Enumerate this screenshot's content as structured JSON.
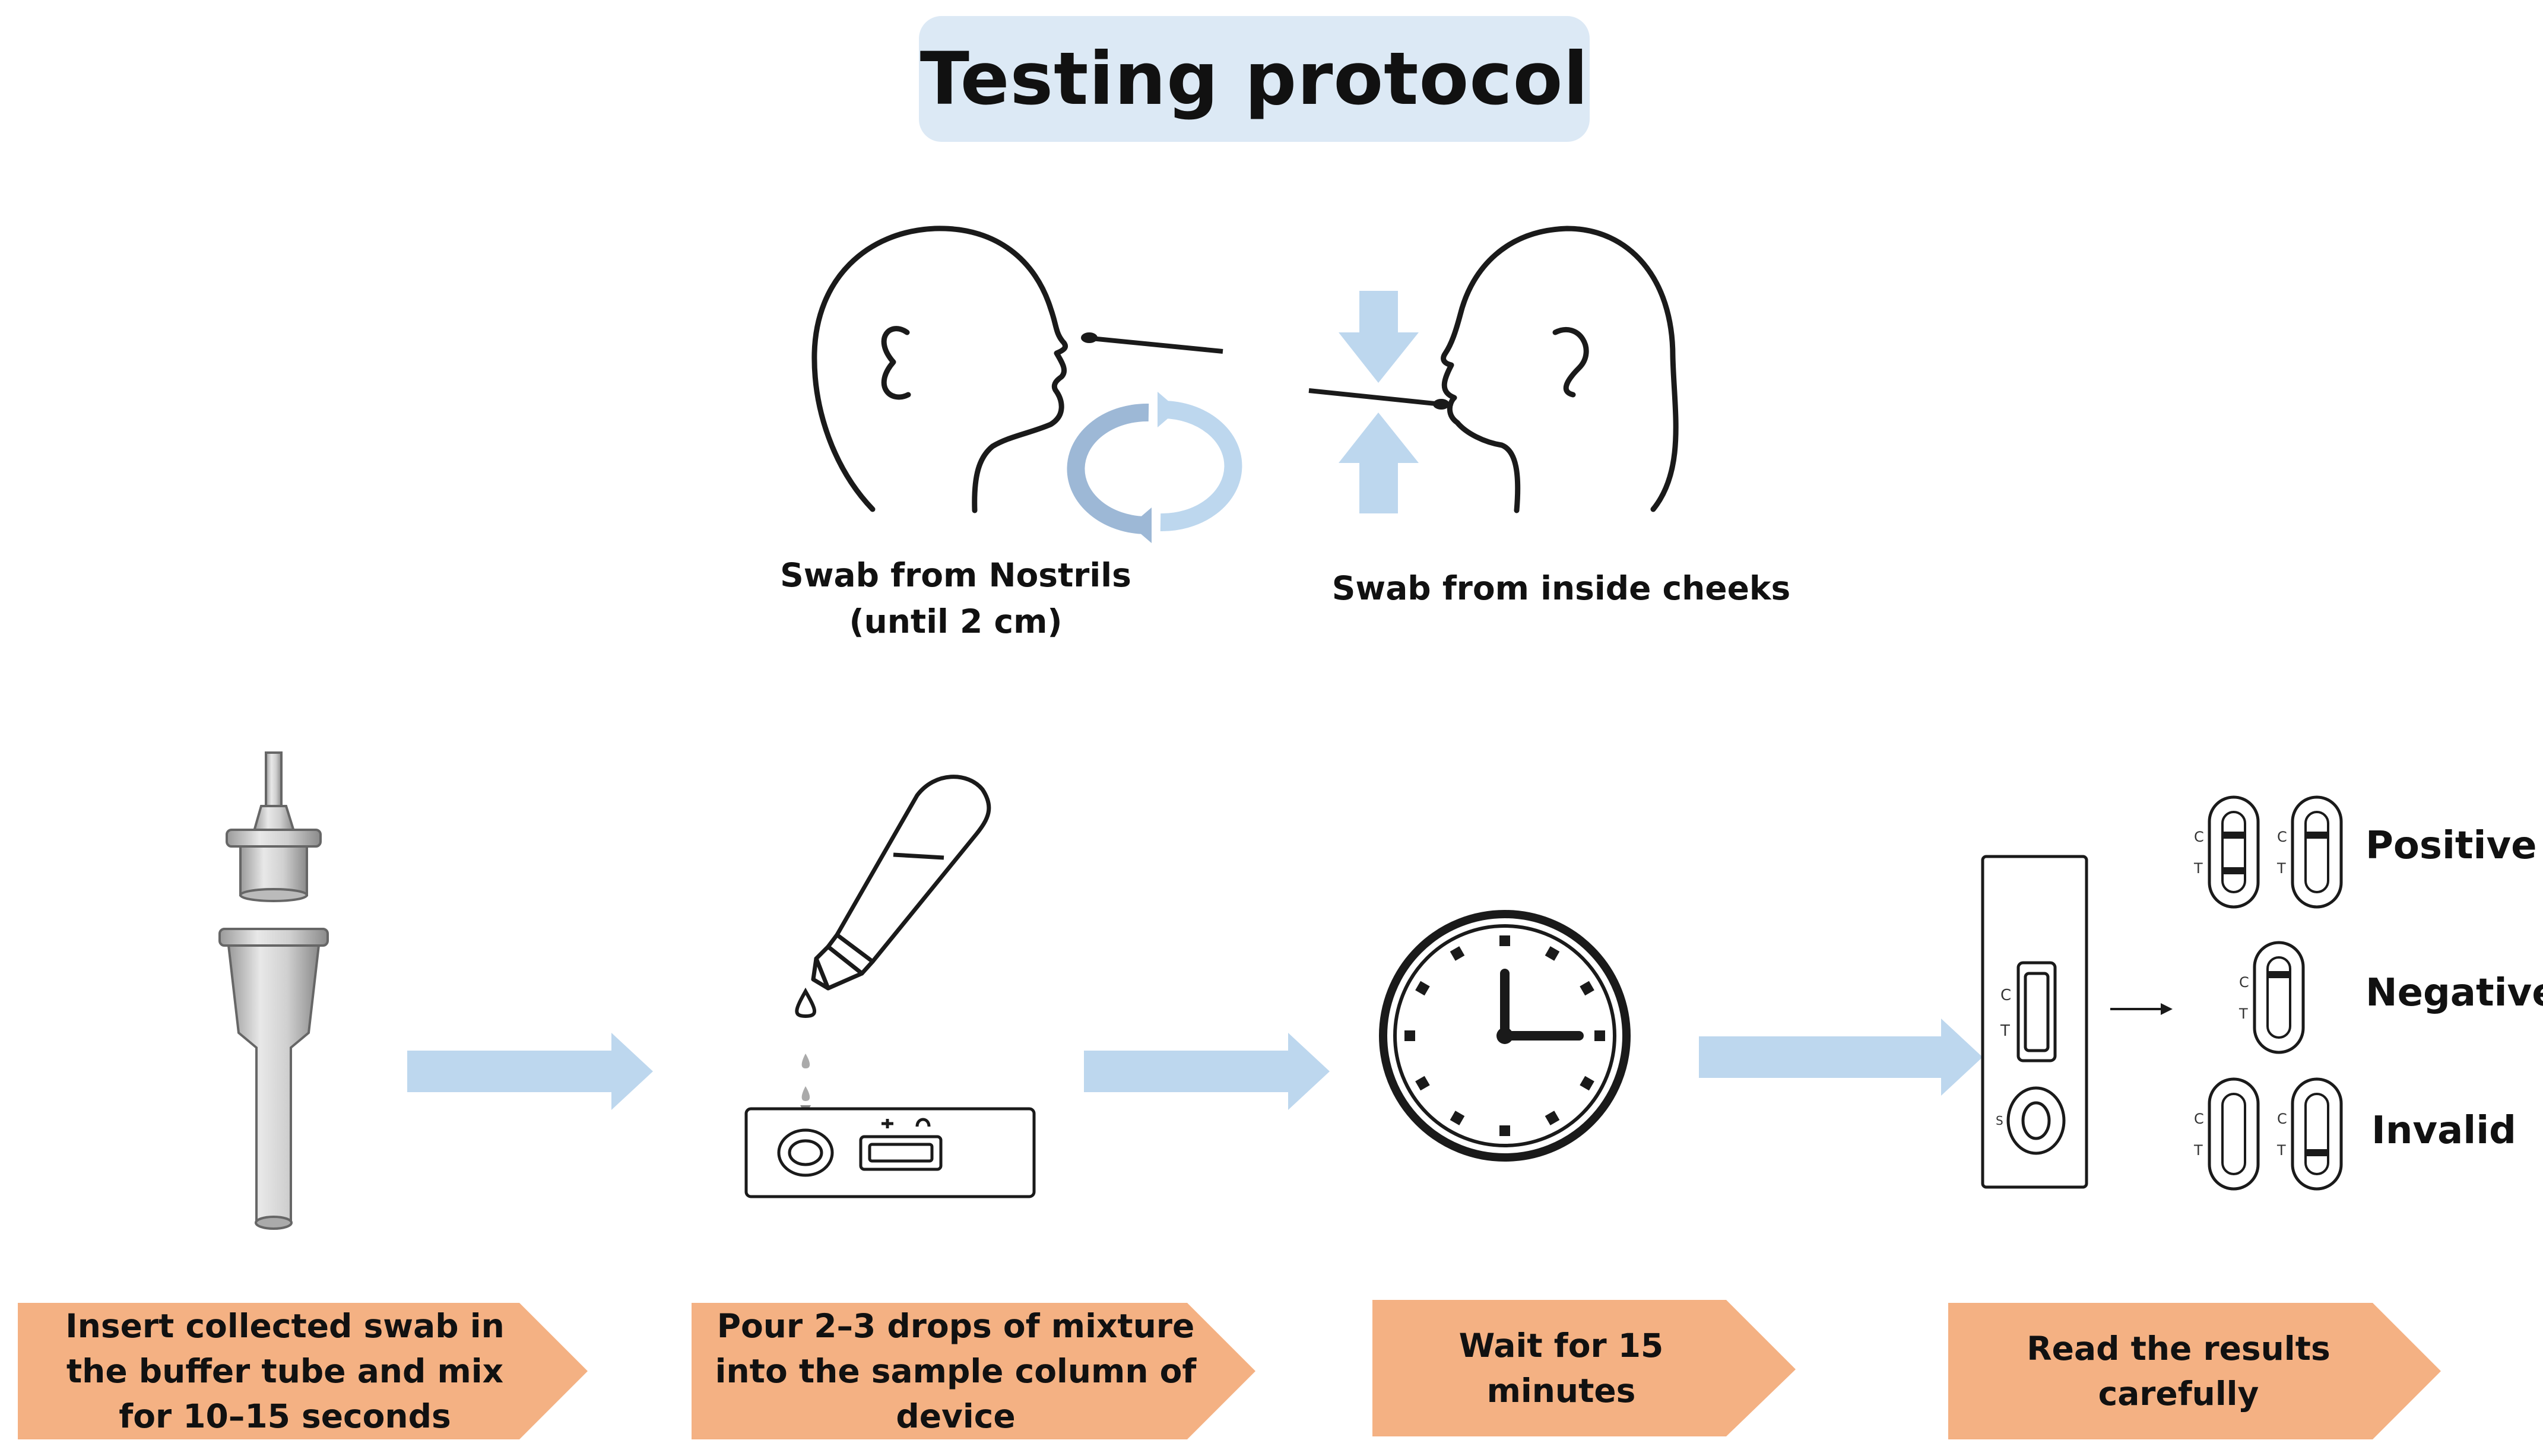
{
  "title": "Testing protocol",
  "swab": {
    "nostrils_line1": "Swab from Nostrils",
    "nostrils_line2": "(until 2 cm)",
    "cheeks": "Swab from inside cheeks"
  },
  "steps": [
    {
      "label": "Insert collected swab in the buffer tube and mix for 10–15 seconds"
    },
    {
      "label": "Pour 2–3 drops of mixture into the sample column of device"
    },
    {
      "label": "Wait for 15 minutes"
    },
    {
      "label": "Read the results carefully"
    }
  ],
  "results": {
    "positive": "Positive",
    "negative": "Negative",
    "invalid": "Invalid"
  },
  "device_markings": {
    "control": "C",
    "test": "T",
    "sample": "S"
  },
  "colors": {
    "title_bg": "#dce9f5",
    "arrow_blue": "#bdd7ee",
    "label_orange": "#f4b183",
    "outline": "#1a1a1a"
  }
}
